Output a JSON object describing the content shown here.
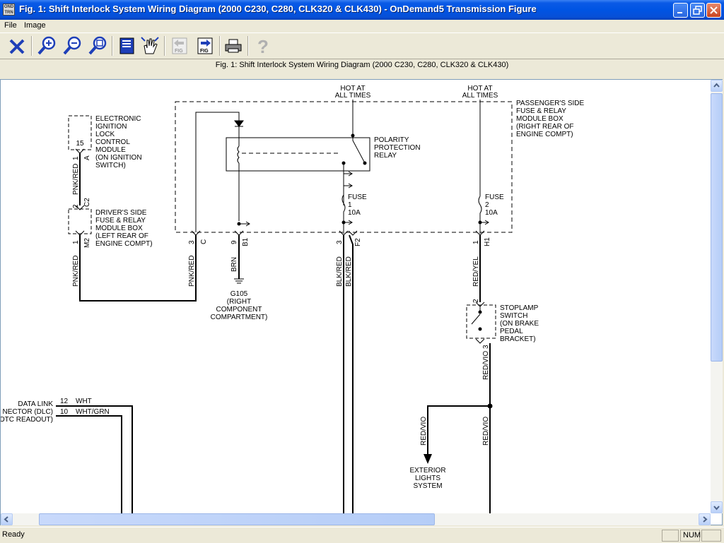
{
  "window": {
    "app_icon_text": "OND TRN",
    "title": "Fig. 1: Shift Interlock System Wiring Diagram (2000 C230, C280, CLK320 & CLK430) - OnDemand5 Transmission Figure"
  },
  "menu": {
    "file": "File",
    "image": "Image"
  },
  "toolbar": {
    "icons": [
      "close-x-icon",
      "zoom-in-icon",
      "zoom-out-icon",
      "zoom-fit-icon",
      "page-view-icon",
      "pan-hand-icon",
      "previous-figure-icon",
      "next-figure-icon",
      "print-icon",
      "help-icon"
    ],
    "prev_fig_label": "FIG",
    "next_fig_label": "FIG",
    "help_label": "?"
  },
  "caption": "Fig. 1: Shift Interlock System Wiring Diagram (2000 C230, C280, CLK320 & CLK430)",
  "diagram": {
    "hot_left": [
      "HOT AT",
      "ALL TIMES"
    ],
    "hot_right": [
      "HOT AT",
      "ALL TIMES"
    ],
    "passenger_box": [
      "PASSENGER'S SIDE",
      "FUSE & RELAY",
      "MODULE BOX",
      "(RIGHT REAR OF",
      "ENGINE COMPT)"
    ],
    "eis": [
      "ELECTRONIC",
      "IGNITION",
      "LOCK",
      "CONTROL",
      "MODULE",
      "(ON IGNITION",
      "SWITCH)"
    ],
    "eis_pin": "15",
    "eis_pin_a": "1",
    "eis_pin_b": "A",
    "driver_box": [
      "DRIVER'S SIDE",
      "FUSE & RELAY",
      "MODULE BOX",
      "(LEFT REAR OF",
      "ENGINE COMPT)"
    ],
    "relay": [
      "POLARITY",
      "PROTECTION",
      "RELAY"
    ],
    "fuse1": [
      "FUSE",
      "1",
      "10A"
    ],
    "fuse2": [
      "FUSE",
      "2",
      "10A"
    ],
    "ground": [
      "G105",
      "(RIGHT",
      "COMPONENT",
      "COMPARTMENT)"
    ],
    "stoplamp": [
      "STOPLAMP",
      "SWITCH",
      "(ON BRAKE",
      "PEDAL",
      "BRACKET)"
    ],
    "exterior": [
      "EXTERIOR",
      "LIGHTS",
      "SYSTEM"
    ],
    "dlc": [
      "DATA LINK",
      "NECTOR (DLC)",
      "DTC READOUT)"
    ],
    "dlc_pin_12": "12",
    "dlc_pin_10": "10",
    "dlc_wire_12": "WHT",
    "dlc_wire_10": "WHT/GRN",
    "wires": {
      "pnk_red_top": "PNK/RED",
      "pnk_red_left": "PNK/RED",
      "pnk_red_mid": "PNK/RED",
      "brn": "BRN",
      "blk_red_1": "BLK/RED",
      "blk_red_2": "BLK/RED",
      "red_yel": "RED/YEL",
      "red_vio_a": "RED/VIO",
      "red_vio_b": "RED/VIO",
      "red_vio_c": "RED/VIO"
    },
    "pins": {
      "c2_num": "2",
      "c2": "C2",
      "m2_num": "1",
      "m2": "M2",
      "c_num": "3",
      "c": "C",
      "b1_num": "9",
      "b1": "B1",
      "f_num": "3",
      "f2": "F2",
      "h1_num": "1",
      "h1": "H1",
      "sw_top": "2",
      "sw_bot": "3"
    }
  },
  "status": {
    "text": "Ready",
    "num": "NUM"
  }
}
